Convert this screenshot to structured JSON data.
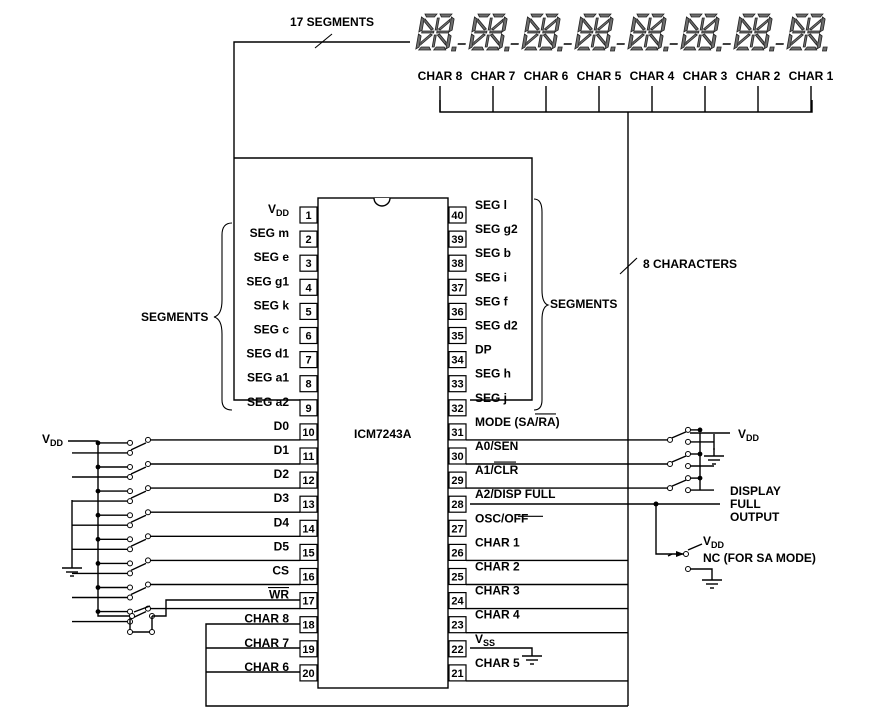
{
  "chip": {
    "name": "ICM7243A",
    "left_pins": [
      {
        "num": "1",
        "label": "VDD",
        "sub": "DD"
      },
      {
        "num": "2",
        "label": "SEG m"
      },
      {
        "num": "3",
        "label": "SEG e"
      },
      {
        "num": "4",
        "label": "SEG g1"
      },
      {
        "num": "5",
        "label": "SEG k"
      },
      {
        "num": "6",
        "label": "SEG c"
      },
      {
        "num": "7",
        "label": "SEG d1"
      },
      {
        "num": "8",
        "label": "SEG a1"
      },
      {
        "num": "9",
        "label": "SEG a2"
      },
      {
        "num": "10",
        "label": "D0"
      },
      {
        "num": "11",
        "label": "D1"
      },
      {
        "num": "12",
        "label": "D2"
      },
      {
        "num": "13",
        "label": "D3"
      },
      {
        "num": "14",
        "label": "D4"
      },
      {
        "num": "15",
        "label": "D5"
      },
      {
        "num": "16",
        "label": "CS"
      },
      {
        "num": "17",
        "label": "WR"
      },
      {
        "num": "18",
        "label": "CHAR 8"
      },
      {
        "num": "19",
        "label": "CHAR 7"
      },
      {
        "num": "20",
        "label": "CHAR 6"
      }
    ],
    "right_pins": [
      {
        "num": "40",
        "label": "SEG l"
      },
      {
        "num": "39",
        "label": "SEG g2"
      },
      {
        "num": "38",
        "label": "SEG b"
      },
      {
        "num": "37",
        "label": "SEG i"
      },
      {
        "num": "36",
        "label": "SEG f"
      },
      {
        "num": "35",
        "label": "SEG d2"
      },
      {
        "num": "34",
        "label": "DP"
      },
      {
        "num": "33",
        "label": "SEG h"
      },
      {
        "num": "32",
        "label": "SEG j"
      },
      {
        "num": "31",
        "label": "MODE (SA/RA)"
      },
      {
        "num": "30",
        "label": "A0/SEN"
      },
      {
        "num": "29",
        "label": "A1/CLR"
      },
      {
        "num": "28",
        "label": "A2/DISP FULL"
      },
      {
        "num": "27",
        "label": "OSC/OFF"
      },
      {
        "num": "26",
        "label": "CHAR 1"
      },
      {
        "num": "25",
        "label": "CHAR 2"
      },
      {
        "num": "24",
        "label": "CHAR 3"
      },
      {
        "num": "23",
        "label": "CHAR 4"
      },
      {
        "num": "22",
        "label": "VSS",
        "sub": "SS"
      },
      {
        "num": "21",
        "label": "CHAR 5"
      }
    ]
  },
  "display": {
    "chars": [
      "CHAR 8",
      "CHAR 7",
      "CHAR 6",
      "CHAR 5",
      "CHAR 4",
      "CHAR 3",
      "CHAR 2",
      "CHAR 1"
    ]
  },
  "labels": {
    "seg17": "17 SEGMENTS",
    "chars8": "8 CHARACTERS",
    "segments_left": "SEGMENTS",
    "segments_right": "SEGMENTS",
    "vdd_left": "V",
    "vdd_right": "V",
    "vdd_nc": "V",
    "vdd_sub": "DD",
    "display_full_1": "DISPLAY",
    "display_full_2": "FULL",
    "display_full_3": "OUTPUT",
    "nc_mode": "NC (FOR SA MODE)"
  }
}
